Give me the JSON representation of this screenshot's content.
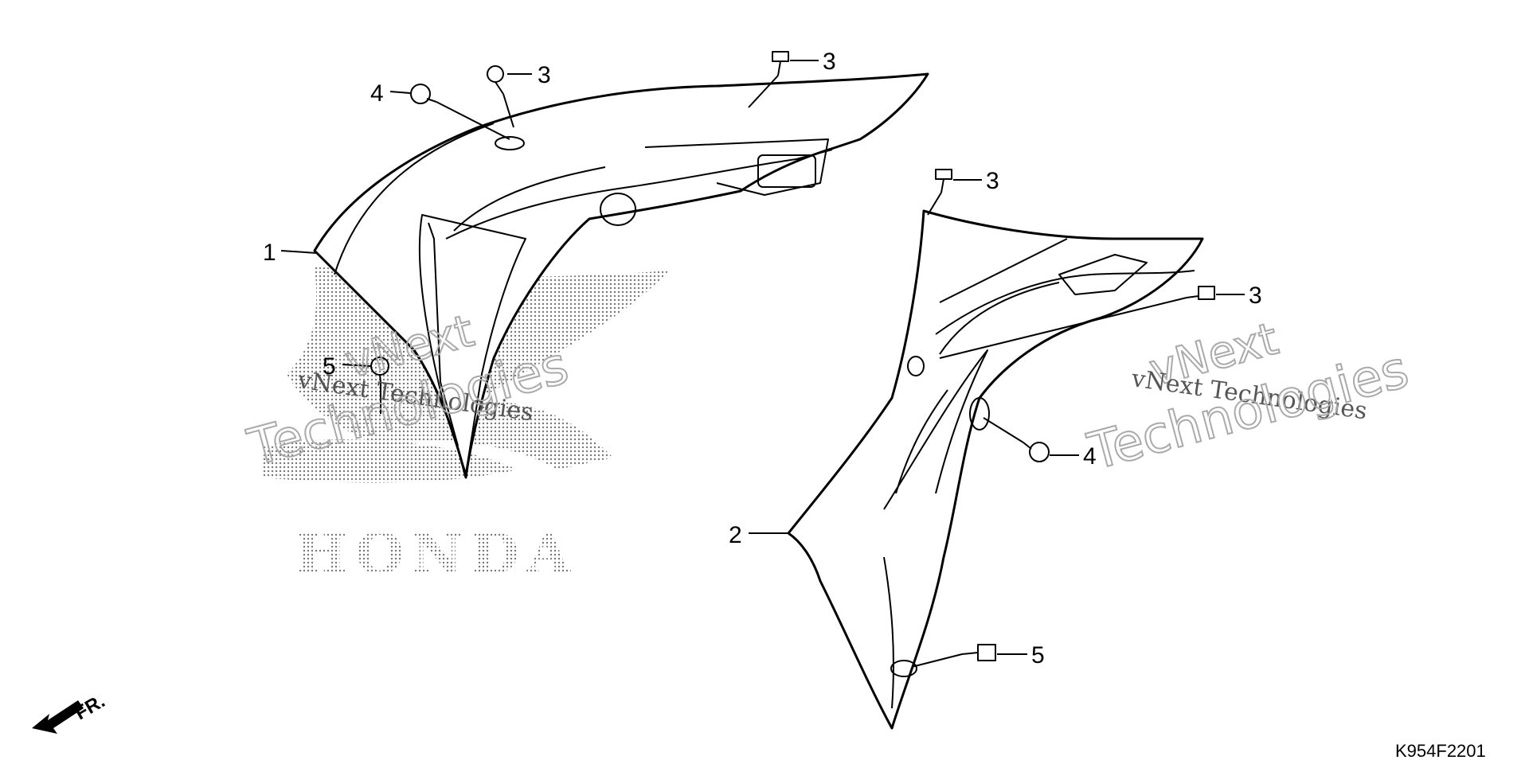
{
  "diagram": {
    "callouts": [
      {
        "id": "c1",
        "label": "1"
      },
      {
        "id": "c2",
        "label": "2"
      },
      {
        "id": "c3a",
        "label": "3"
      },
      {
        "id": "c3b",
        "label": "3"
      },
      {
        "id": "c3c",
        "label": "3"
      },
      {
        "id": "c3d",
        "label": "3"
      },
      {
        "id": "c4a",
        "label": "4"
      },
      {
        "id": "c4b",
        "label": "4"
      },
      {
        "id": "c5a",
        "label": "5"
      },
      {
        "id": "c5b",
        "label": "5"
      }
    ],
    "front_indicator": "FR.",
    "drawing_code": "K954F2201"
  },
  "watermarks": {
    "left_line1": "vNext",
    "left_line2": "vNext Technologies",
    "left_line3": "Technologies",
    "right_line1": "vNext",
    "right_line2": "vNext Technologies",
    "right_line3": "Technologies",
    "logo_text": "HONDA"
  }
}
